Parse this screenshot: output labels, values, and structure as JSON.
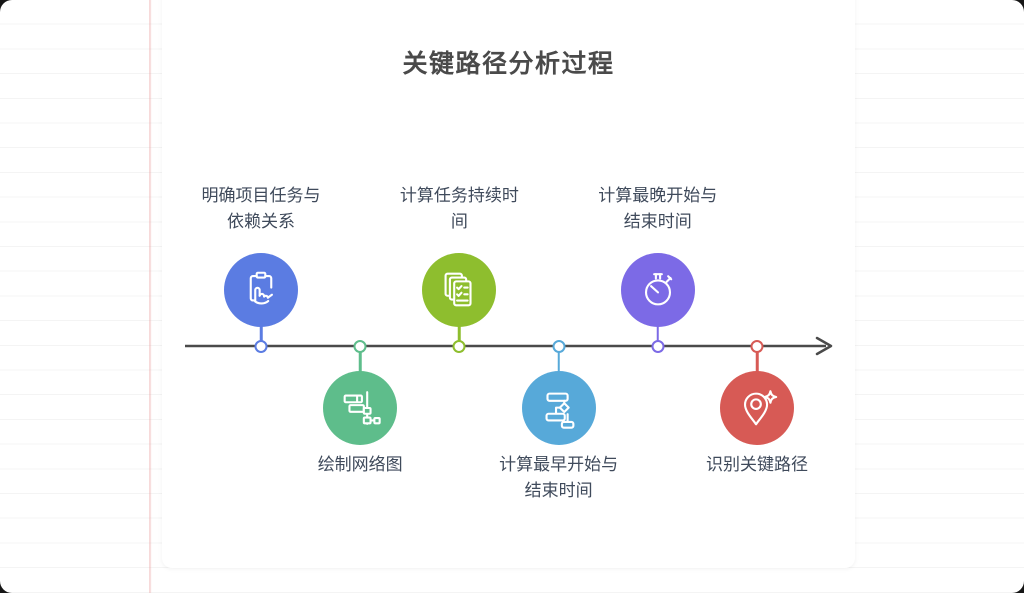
{
  "title": "关键路径分析过程",
  "colors": {
    "axis": "#4a4a4a",
    "title_text": "#4a4a4a",
    "label_text": "#3f4a5b",
    "card_background": "#ffffff"
  },
  "timeline": {
    "direction": "left-to-right-arrow",
    "steps": [
      {
        "id": "define-tasks",
        "label": "明确项目任务与\n依赖关系",
        "side": "top",
        "color": "#5b7ce2",
        "icon": "clipboard-hand-icon"
      },
      {
        "id": "draw-network",
        "label": "绘制网络图",
        "side": "bottom",
        "color": "#5ebd8b",
        "icon": "gantt-chart-icon"
      },
      {
        "id": "task-duration",
        "label": "计算任务持续时\n间",
        "side": "top",
        "color": "#8ebe2e",
        "icon": "checklist-stack-icon"
      },
      {
        "id": "earliest-times",
        "label": "计算最早开始与\n结束时间",
        "side": "bottom",
        "color": "#57a9d9",
        "icon": "flow-diagram-icon"
      },
      {
        "id": "latest-times",
        "label": "计算最晚开始与\n结束时间",
        "side": "top",
        "color": "#7c6ae6",
        "icon": "stopwatch-icon"
      },
      {
        "id": "critical-path",
        "label": "识别关键路径",
        "side": "bottom",
        "color": "#d75a55",
        "icon": "pin-sparkle-icon"
      }
    ]
  }
}
